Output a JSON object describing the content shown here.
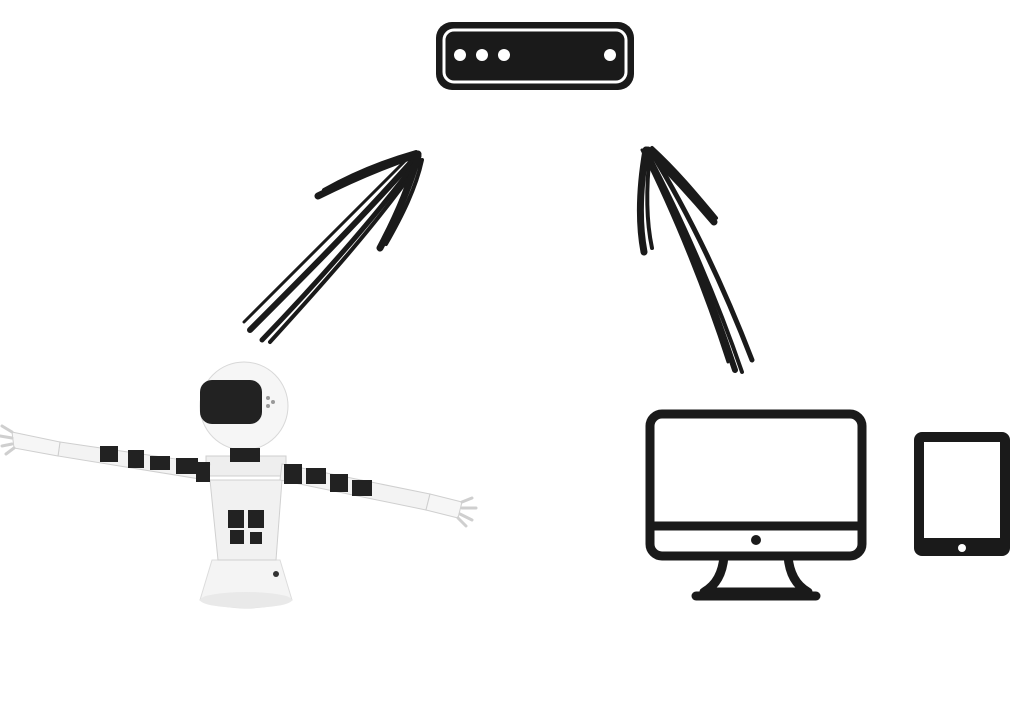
{
  "diagram": {
    "nodes": [
      {
        "id": "server",
        "icon": "server-icon"
      },
      {
        "id": "robot",
        "icon": "humanoid-robot-icon"
      },
      {
        "id": "computer",
        "icon": "desktop-monitor-icon"
      },
      {
        "id": "tablet",
        "icon": "tablet-icon"
      }
    ],
    "edges": [
      {
        "from": "robot",
        "to": "server"
      },
      {
        "from": "computer",
        "to": "server"
      }
    ],
    "colors": {
      "ink": "#1a1a1a",
      "robot_shell": "#f4f4f4",
      "robot_parts": "#222222",
      "background": "#ffffff"
    }
  }
}
